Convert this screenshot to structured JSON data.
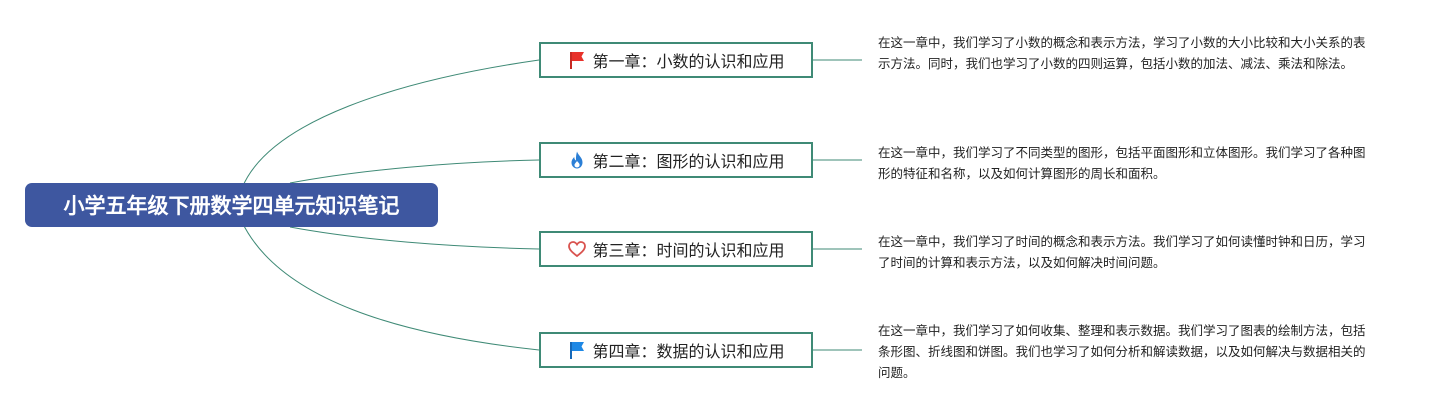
{
  "root": {
    "title": "小学五年级下册数学四单元知识笔记"
  },
  "chapters": [
    {
      "label": "第一章：小数的认识和应用",
      "icon": "red-flag-icon",
      "note": "在这一章中，我们学习了小数的概念和表示方法，学习了小数的大小比较和大小关系的表示方法。同时，我们也学习了小数的四则运算，包括小数的加法、减法、乘法和除法。"
    },
    {
      "label": "第二章：图形的认识和应用",
      "icon": "fire-icon",
      "note": "在这一章中，我们学习了不同类型的图形，包括平面图形和立体图形。我们学习了各种图形的特征和名称，以及如何计算图形的周长和面积。"
    },
    {
      "label": "第三章：时间的认识和应用",
      "icon": "heart-icon",
      "note": "在这一章中，我们学习了时间的概念和表示方法。我们学习了如何读懂时钟和日历，学习了时间的计算和表示方法，以及如何解决时间问题。"
    },
    {
      "label": "第四章：数据的认识和应用",
      "icon": "blue-flag-icon",
      "note": "在这一章中，我们学习了如何收集、整理和表示数据。我们学习了图表的绘制方法，包括条形图、折线图和饼图。我们也学习了如何分析和解读数据，以及如何解决与数据相关的问题。"
    }
  ],
  "colors": {
    "root_background": "#3e57a0",
    "root_text": "#ffffff",
    "chapter_border": "#3f8a76",
    "connector": "#3f8a76",
    "red_flag": "#e8312a",
    "fire": "#2b7fd6",
    "heart": "#d9534f",
    "blue_flag": "#1e88e5"
  }
}
